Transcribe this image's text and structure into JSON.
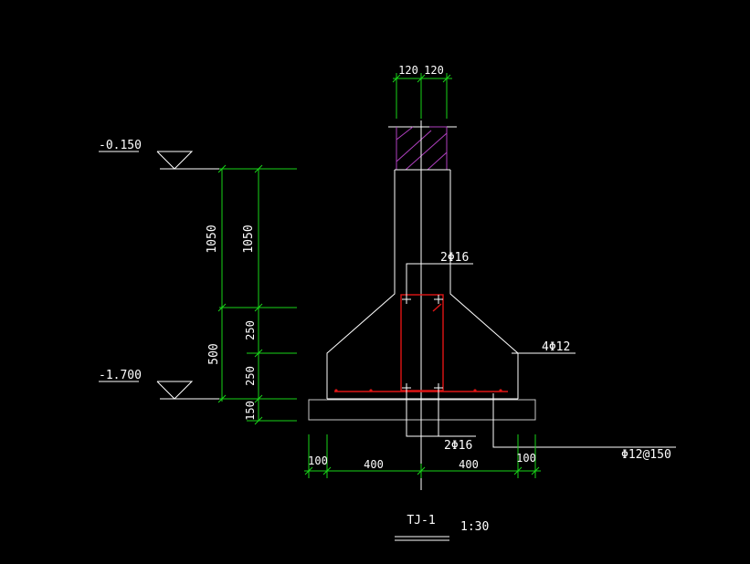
{
  "drawing": {
    "title": "TJ-1",
    "scale": "1:30",
    "elevations": {
      "top": "-0.150",
      "bottom": "-1.700"
    },
    "dimensions": {
      "wall_left": "120",
      "wall_right": "120",
      "height_upper_left": "1050",
      "height_upper_right": "1050",
      "combined_lower": "500",
      "taper_height": "250",
      "base_height": "250",
      "cushion_height": "150",
      "offset_left": "100",
      "half_left": "400",
      "half_right": "400",
      "offset_right": "100"
    },
    "rebar_labels": {
      "top_bars": "2Φ16",
      "side_bars": "4Φ12",
      "bottom_bars": "2Φ16",
      "distribution": "Φ12@150"
    }
  },
  "colors": {
    "background": "#000000",
    "outline": "#ffffff",
    "dimension": "#19d419",
    "rebar": "#e01515",
    "hatch": "#b040c0"
  }
}
